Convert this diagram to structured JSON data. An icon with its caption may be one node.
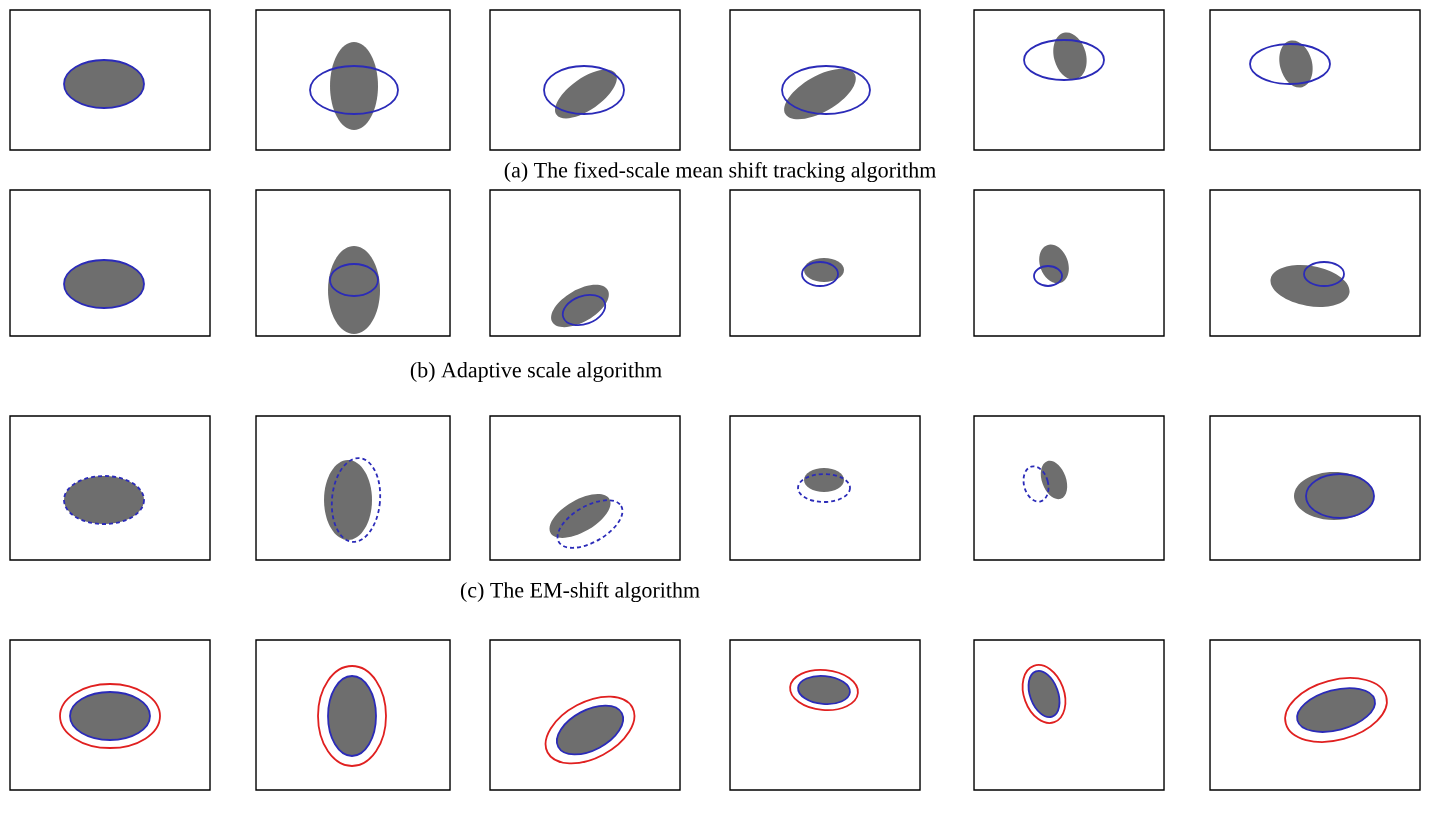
{
  "diagram": {
    "labels": [
      "(a) The fixed-scale mean shift tracking algorithm",
      "(b) Adaptive scale algorithm",
      "(c) The EM-shift algorithm"
    ]
  }
}
